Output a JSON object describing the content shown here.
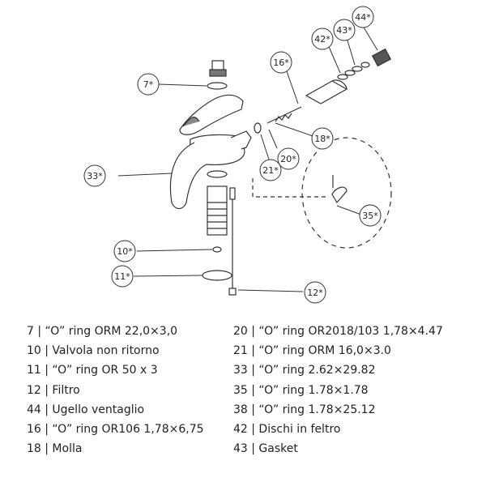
{
  "callouts": {
    "c7": "7*",
    "c44": "44*",
    "c42": "42*",
    "c43": "43*",
    "c16": "16*",
    "c18": "18*",
    "c20": "20*",
    "c21": "21*",
    "c33": "33*",
    "c35": "35*",
    "c10": "10*",
    "c11": "11*",
    "c12": "12*"
  },
  "legend": {
    "left": [
      "7 | “O” ring ORM 22,0×3,0",
      "10 | Valvola non ritorno",
      "11 | “O” ring OR 50 x 3",
      "12 | Filtro",
      "44 | Ugello ventaglio",
      "16 | “O” ring OR106 1,78×6,75",
      "18 | Molla"
    ],
    "right": [
      "20 | “O” ring OR2018/103 1,78×4.47",
      "21 | “O” ring ORM 16,0×3.0",
      "33 | “O” ring 2.62×29.82",
      "35 | “O” ring 1.78×1.78",
      "38 | “O” ring 1.78×25.12",
      "42 | Dischi in feltro",
      "43 | Gasket"
    ]
  }
}
